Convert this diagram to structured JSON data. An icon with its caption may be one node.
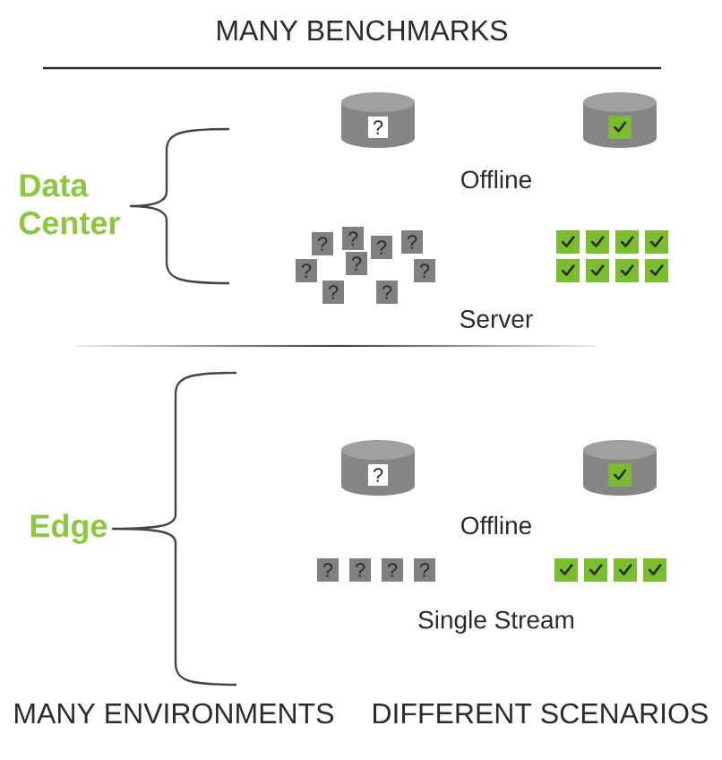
{
  "diagram": {
    "title": "MANY BENCHMARKS",
    "nodes": [
      {
        "text": [
          "?"
        ]
      },
      {
        "text": [],
        "shape": "cylinder"
      },
      {
        "text": [
          "?"
        ]
      },
      {
        "text": [
          "?"
        ]
      },
      {
        "text": [
          "?"
        ]
      },
      {
        "text": [
          "?"
        ]
      },
      {
        "text": [
          "?"
        ]
      },
      {
        "text": [
          "?"
        ]
      },
      {
        "text": [
          "?"
        ]
      },
      {
        "text": [
          "?"
        ]
      },
      {
        "text": [
          "?"
        ]
      },
      {
        "text": [],
        "shape": "box"
      },
      {
        "text": [],
        "shape": "box"
      },
      {
        "text": [],
        "shape": "box"
      },
      {
        "text": [],
        "shape": "box"
      },
      {
        "text": [],
        "shape": "box"
      },
      {
        "text": [],
        "shape": "box"
      },
      {
        "text": [],
        "shape": "box"
      },
      {
        "text": [],
        "shape": "box"
      },
      {
        "text": [
          "?"
        ]
      },
      {
        "text": [],
        "shape": "cylinder"
      },
      {
        "text": [
          "?"
        ]
      },
      {
        "text": [
          "?"
        ]
      },
      {
        "text": [
          "?"
        ]
      },
      {
        "text": [
          "?"
        ]
      },
      {
        "text": [],
        "shape": "box"
      },
      {
        "text": [],
        "shape": "box"
      },
      {
        "text": [],
        "shape": "box"
      },
      {
        "text": [],
        "shape": "box"
      }
    ],
    "labels": [
      "Data Center",
      "Offline",
      "Server",
      "Edge",
      "Offline",
      "Single Stream",
      "MANY ENVIRONMENTS",
      "DIFFERENT SCENARIOS"
    ]
  }
}
